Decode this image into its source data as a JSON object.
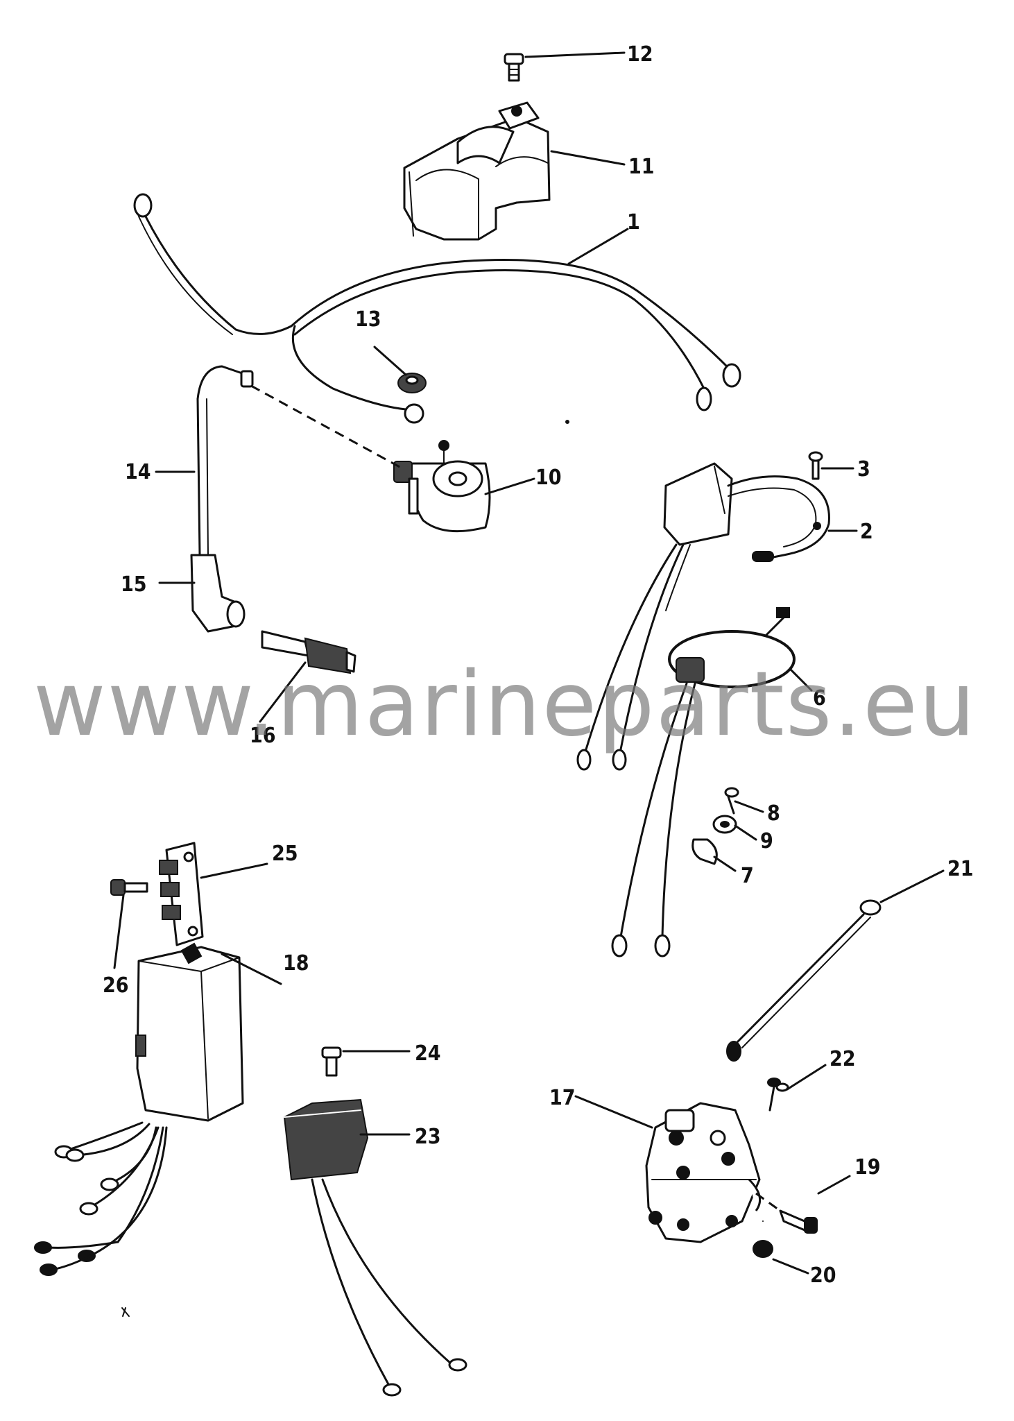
{
  "callouts": {
    "c1": "1",
    "c2": "2",
    "c3": "3",
    "c6": "6",
    "c7": "7",
    "c8": "8",
    "c9": "9",
    "c10": "10",
    "c11": "11",
    "c12": "12",
    "c13": "13",
    "c14": "14",
    "c15": "15",
    "c16": "16",
    "c17": "17",
    "c18": "18",
    "c19": "19",
    "c20": "20",
    "c21": "21",
    "c22": "22",
    "c23": "23",
    "c24": "24",
    "c25": "25",
    "c26": "26"
  },
  "watermark": "www.marineparts.eu",
  "colors": {
    "ink": "#111111",
    "watermark": "#787878",
    "background": "#ffffff"
  }
}
